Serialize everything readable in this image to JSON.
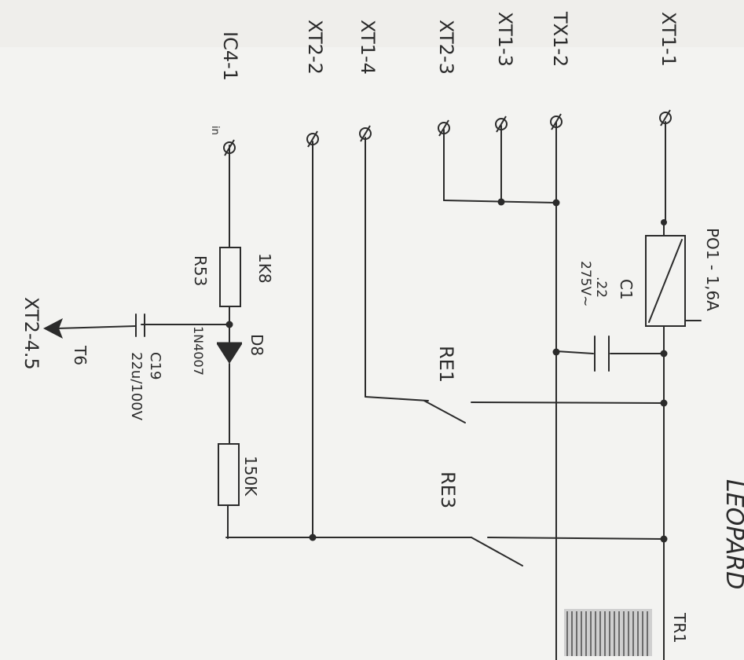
{
  "terminals": {
    "xt1_1": "XT1-1",
    "tx1_2": "TX1-2",
    "xt1_3": "XT1-3",
    "xt2_3": "XT2-3",
    "xt1_4": "XT1-4",
    "xt2_2": "XT2-2",
    "ic4_1": "IC4-1",
    "ic4_1_note": "in",
    "xt2_45": "XT2-4.5"
  },
  "fuse": {
    "label": "PO1 - 1,6A"
  },
  "capacitor_c1": {
    "name": "C1",
    "value": ".22",
    "voltage": "275V~"
  },
  "relays": {
    "re1": "RE1",
    "re3": "RE3"
  },
  "resistor_r53": {
    "name": "R53",
    "value": "1K8"
  },
  "diode_d8": {
    "name": "D8",
    "part": "1N4007"
  },
  "resistor_150k": {
    "value": "150K"
  },
  "capacitor_c19": {
    "name": "C19",
    "value": "22u/100V"
  },
  "output_label": "T6",
  "corner_text": {
    "title": "LEOPARD",
    "transformer": "TR1"
  },
  "colors": {
    "paper": "#f3f3f1",
    "ink": "#2b2b2b"
  }
}
